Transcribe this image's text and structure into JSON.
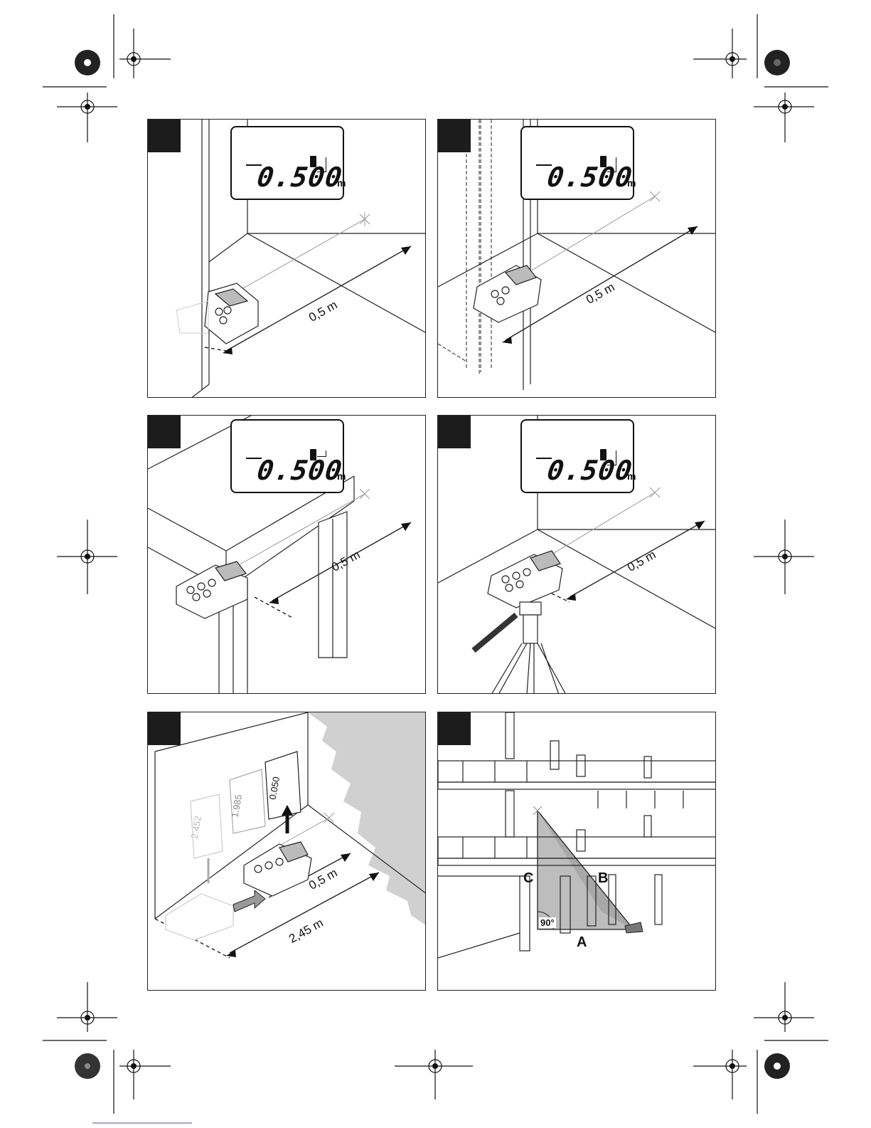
{
  "panels": [
    {
      "id": "fig1",
      "lcd_value": "0.500",
      "lcd_unit": "m",
      "distance": "0,5 m"
    },
    {
      "id": "fig2",
      "lcd_value": "0.500",
      "lcd_unit": "m",
      "distance": "0,5 m"
    },
    {
      "id": "fig3",
      "lcd_value": "0.500",
      "lcd_unit": "m",
      "distance": "0,5 m"
    },
    {
      "id": "fig4",
      "lcd_value": "0.500",
      "lcd_unit": "m",
      "distance": "0,5 m"
    },
    {
      "id": "fig5",
      "distance_short": "0,5 m",
      "distance_long": "2,45 m",
      "ghost_values": [
        "2.452",
        "1.985",
        "0.050"
      ]
    },
    {
      "id": "fig6",
      "label_a": "A",
      "label_b": "B",
      "label_c": "C",
      "angle": "90°"
    }
  ],
  "colors": {
    "ink": "#111111",
    "tab": "#1c1c1c",
    "shade": "#d0d0d0"
  }
}
